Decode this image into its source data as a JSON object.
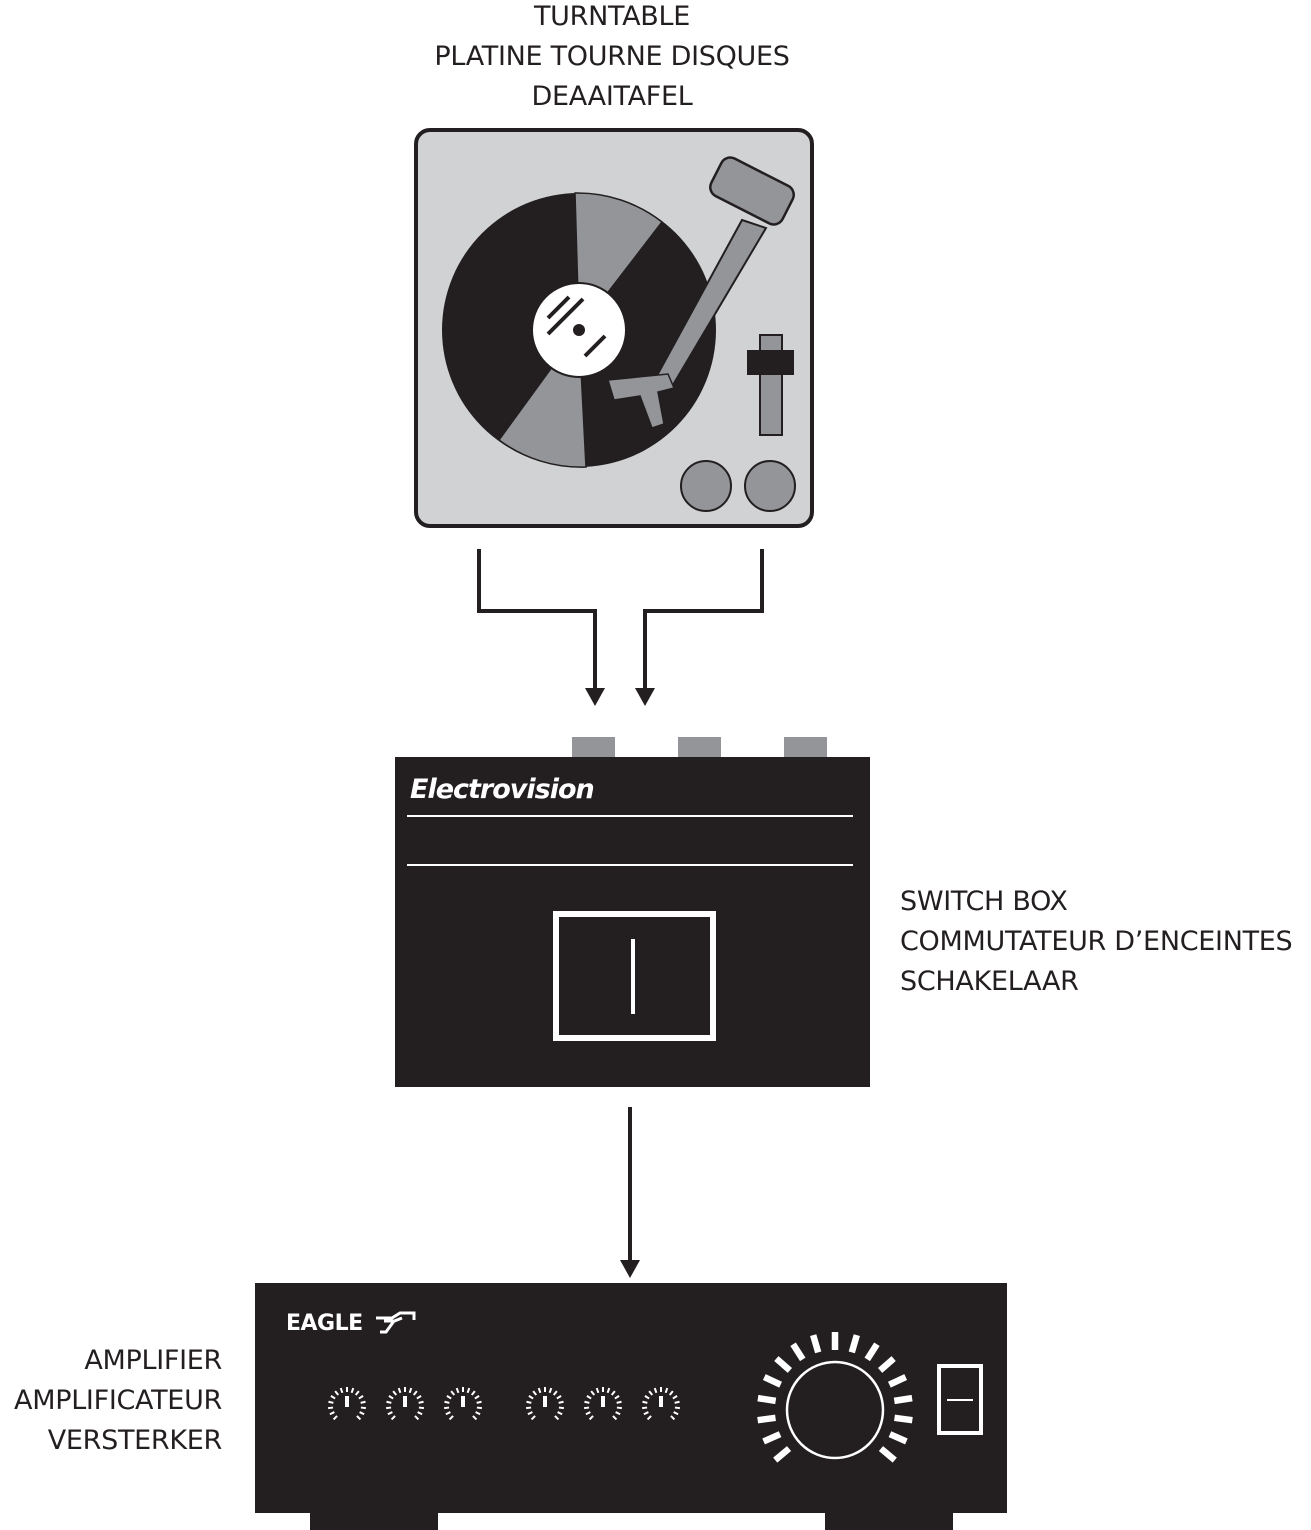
{
  "labels": {
    "turntable": [
      "TURNTABLE",
      "PLATINE TOURNE DISQUES",
      "DEAAITAFEL"
    ],
    "switch_box": [
      "SWITCH BOX",
      "COMMUTATEUR D’ENCEINTES",
      "SCHAKELAAR"
    ],
    "amplifier": [
      "AMPLIFIER",
      "AMPLIFICATEUR",
      "VERSTERKER"
    ]
  },
  "devices": {
    "switch_box": {
      "brand": "Electrovision",
      "ports": 3,
      "switch_symbol": "I"
    },
    "amplifier": {
      "brand": "EAGLE",
      "small_knobs": 6,
      "power_switch_symbol": "—"
    }
  },
  "connections": [
    {
      "from": "turntable",
      "to": "switch_box",
      "channel": "left"
    },
    {
      "from": "turntable",
      "to": "switch_box",
      "channel": "right"
    },
    {
      "from": "switch_box",
      "to": "amplifier"
    }
  ],
  "colors": {
    "ink": "#231f20",
    "turntable_body": "#d1d2d4",
    "mid_gray": "#939598",
    "white": "#ffffff"
  }
}
